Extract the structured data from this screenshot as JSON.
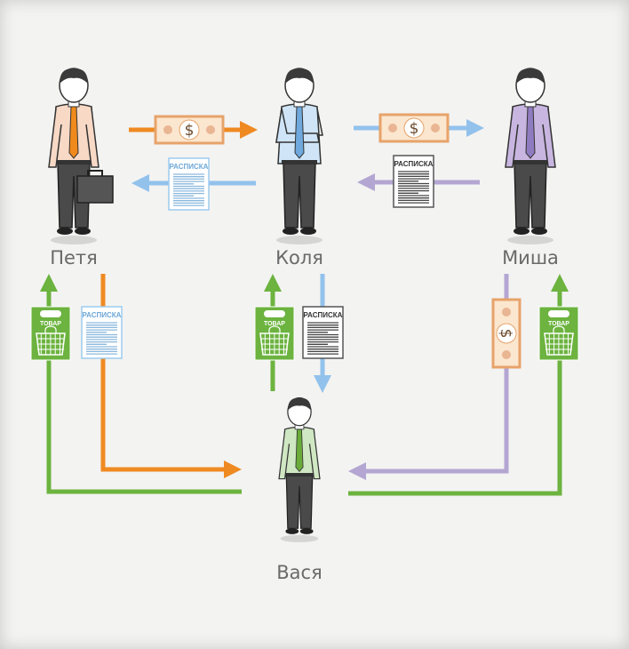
{
  "people": [
    {
      "id": "petya",
      "name": "Петя",
      "shirt": "#f7d9c6",
      "tie": "#f08a1c",
      "briefcase": true,
      "pose": "briefcase"
    },
    {
      "id": "kolya",
      "name": "Коля",
      "shirt": "#cfe5f7",
      "tie": "#6ea8dc",
      "pose": "arms-crossed"
    },
    {
      "id": "misha",
      "name": "Миша",
      "shirt": "#c8b6e0",
      "tie": "#8f7bbf",
      "pose": "hands-in-pockets"
    },
    {
      "id": "vasya",
      "name": "Вася",
      "shirt": "#cfe7c2",
      "tie": "#6aab3a",
      "pose": "standing"
    }
  ],
  "receipt_label": "РАСПИСКА",
  "goods_label": "ТОВАР",
  "money_symbol": "$",
  "colors": {
    "orange": "#ef8a22",
    "blue": "#92c2ec",
    "purple": "#b4a6d2",
    "green": "#6cb33f",
    "money_border": "#e7a36a",
    "money_fill": "#fbe6cf"
  }
}
